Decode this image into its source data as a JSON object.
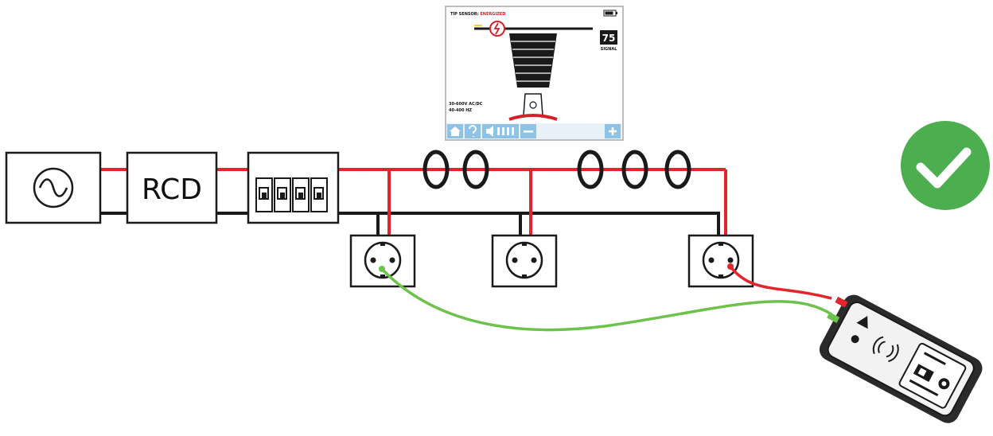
{
  "rcd_label": "RCD",
  "sensor_screen": {
    "header_label": "TIP SENSOR:",
    "header_value": "ENERGIZED",
    "signal_value": "75",
    "signal_label": "SIGNAL",
    "range_line1": "30-600V AC/DC",
    "range_line2": "40-400 HZ",
    "buttons": [
      "home-icon",
      "help-icon",
      "volume-icon",
      "minus-icon",
      "plus-icon"
    ],
    "accent_color": "#d42027",
    "button_color": "#8fc3e6"
  },
  "status": {
    "icon": "check-icon",
    "color": "#4cae4f"
  },
  "wire_colors": {
    "live": "#e0262c",
    "neutral": "#1a1a1a",
    "test_lead_red": "#e0262c",
    "test_lead_green": "#6cc24a"
  }
}
